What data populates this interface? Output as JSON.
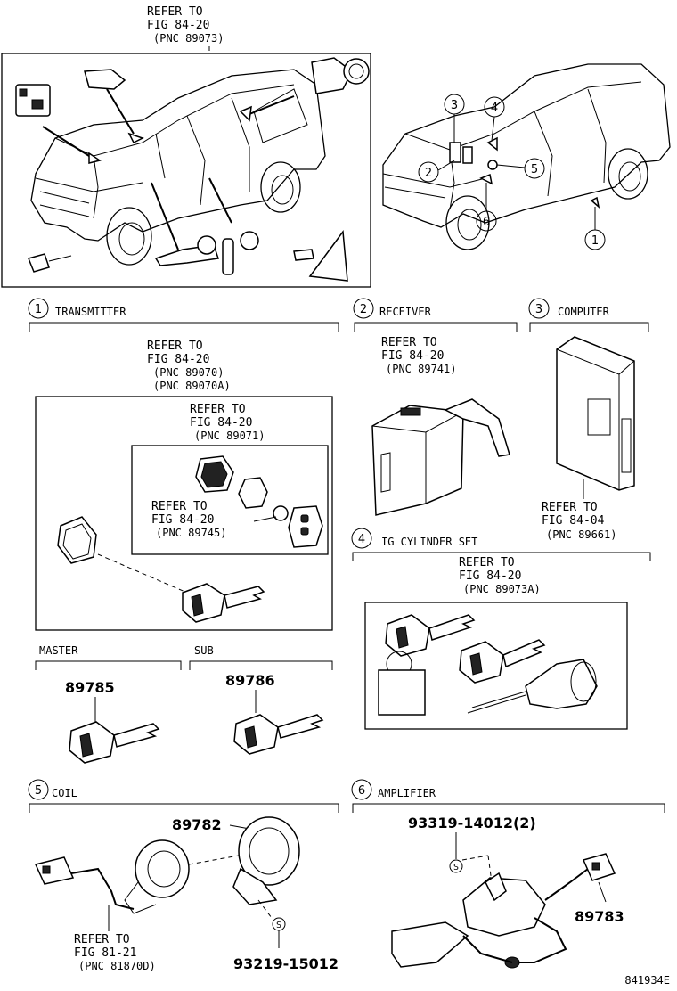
{
  "overview": {
    "refer_to": "REFER TO",
    "fig": "FIG 84-20",
    "pnc": "(PNC 89073)"
  },
  "callouts": [
    "1",
    "2",
    "3",
    "4",
    "5",
    "6"
  ],
  "sections": {
    "transmitter": {
      "number": "1",
      "title": "TRANSMITTER",
      "ref_outer": {
        "refer_to": "REFER TO",
        "fig": "FIG 84-20",
        "pnc1": "(PNC 89070)",
        "pnc2": "(PNC 89070A)"
      },
      "ref_mid": {
        "refer_to": "REFER TO",
        "fig": "FIG 84-20",
        "pnc": "(PNC 89071)"
      },
      "ref_inner": {
        "refer_to": "REFER TO",
        "fig": "FIG 84-20",
        "pnc": "(PNC 89745)"
      },
      "master_label": "MASTER",
      "sub_label": "SUB",
      "master_part": "89785",
      "sub_part": "89786"
    },
    "receiver": {
      "number": "2",
      "title": "RECEIVER",
      "ref": {
        "refer_to": "REFER TO",
        "fig": "FIG 84-20",
        "pnc": "(PNC 89741)"
      }
    },
    "computer": {
      "number": "3",
      "title": "COMPUTER",
      "ref": {
        "refer_to": "REFER TO",
        "fig": "FIG 84-04",
        "pnc": "(PNC 89661)"
      }
    },
    "ig_cylinder": {
      "number": "4",
      "title": "IG CYLINDER SET",
      "ref": {
        "refer_to": "REFER TO",
        "fig": "FIG 84-20",
        "pnc": "(PNC 89073A)"
      }
    },
    "coil": {
      "number": "5",
      "title": "COIL",
      "part": "89782",
      "screw_part": "93219-15012",
      "screw_symbol": "S",
      "ref": {
        "refer_to": "REFER TO",
        "fig": "FIG 81-21",
        "pnc": "(PNC 81870D)"
      }
    },
    "amplifier": {
      "number": "6",
      "title": "AMPLIFIER",
      "screw_part": "93319-14012(2)",
      "screw_symbol": "S",
      "part": "89783"
    }
  },
  "illustration_id": "841934E"
}
